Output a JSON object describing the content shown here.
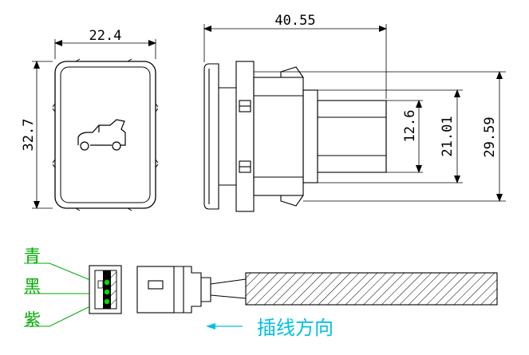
{
  "front_view": {
    "width_label": "22.4",
    "height_label": "32.7",
    "icon": "car-trunk-open-icon"
  },
  "side_view": {
    "length_label": "40.55",
    "dim_small": "12.6",
    "dim_mid": "21.01",
    "dim_large": "29.59"
  },
  "connector": {
    "wire_colors": [
      "青",
      "黑",
      "紫"
    ],
    "direction_label": "插线方向",
    "label_color": "#00aa00",
    "arrow_color": "#00c0e0",
    "direction_text_color": "#00c0e0"
  }
}
